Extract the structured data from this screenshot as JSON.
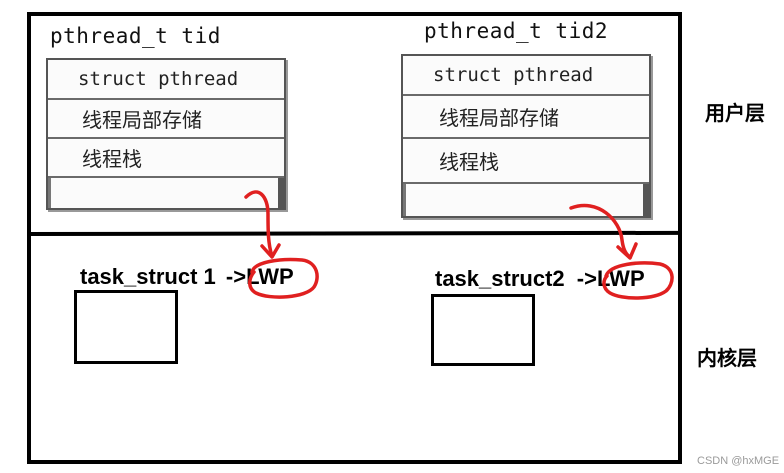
{
  "user_space": {
    "label": "用户层",
    "threads": [
      {
        "handle": "pthread_t tid",
        "rows": [
          "struct pthread",
          "线程局部存储",
          "线程栈",
          ""
        ]
      },
      {
        "handle": "pthread_t tid2",
        "rows": [
          "struct pthread",
          "线程局部存储",
          "线程栈",
          ""
        ]
      }
    ]
  },
  "kernel_space": {
    "label": "内核层",
    "tasks": [
      {
        "name": "task_struct 1",
        "arrow": "->",
        "lwp": "LWP"
      },
      {
        "name": "task_struct2",
        "arrow": "->",
        "lwp": "LWP"
      }
    ]
  },
  "annotation_color": "#e02020",
  "watermark": "CSDN @hxMGE"
}
